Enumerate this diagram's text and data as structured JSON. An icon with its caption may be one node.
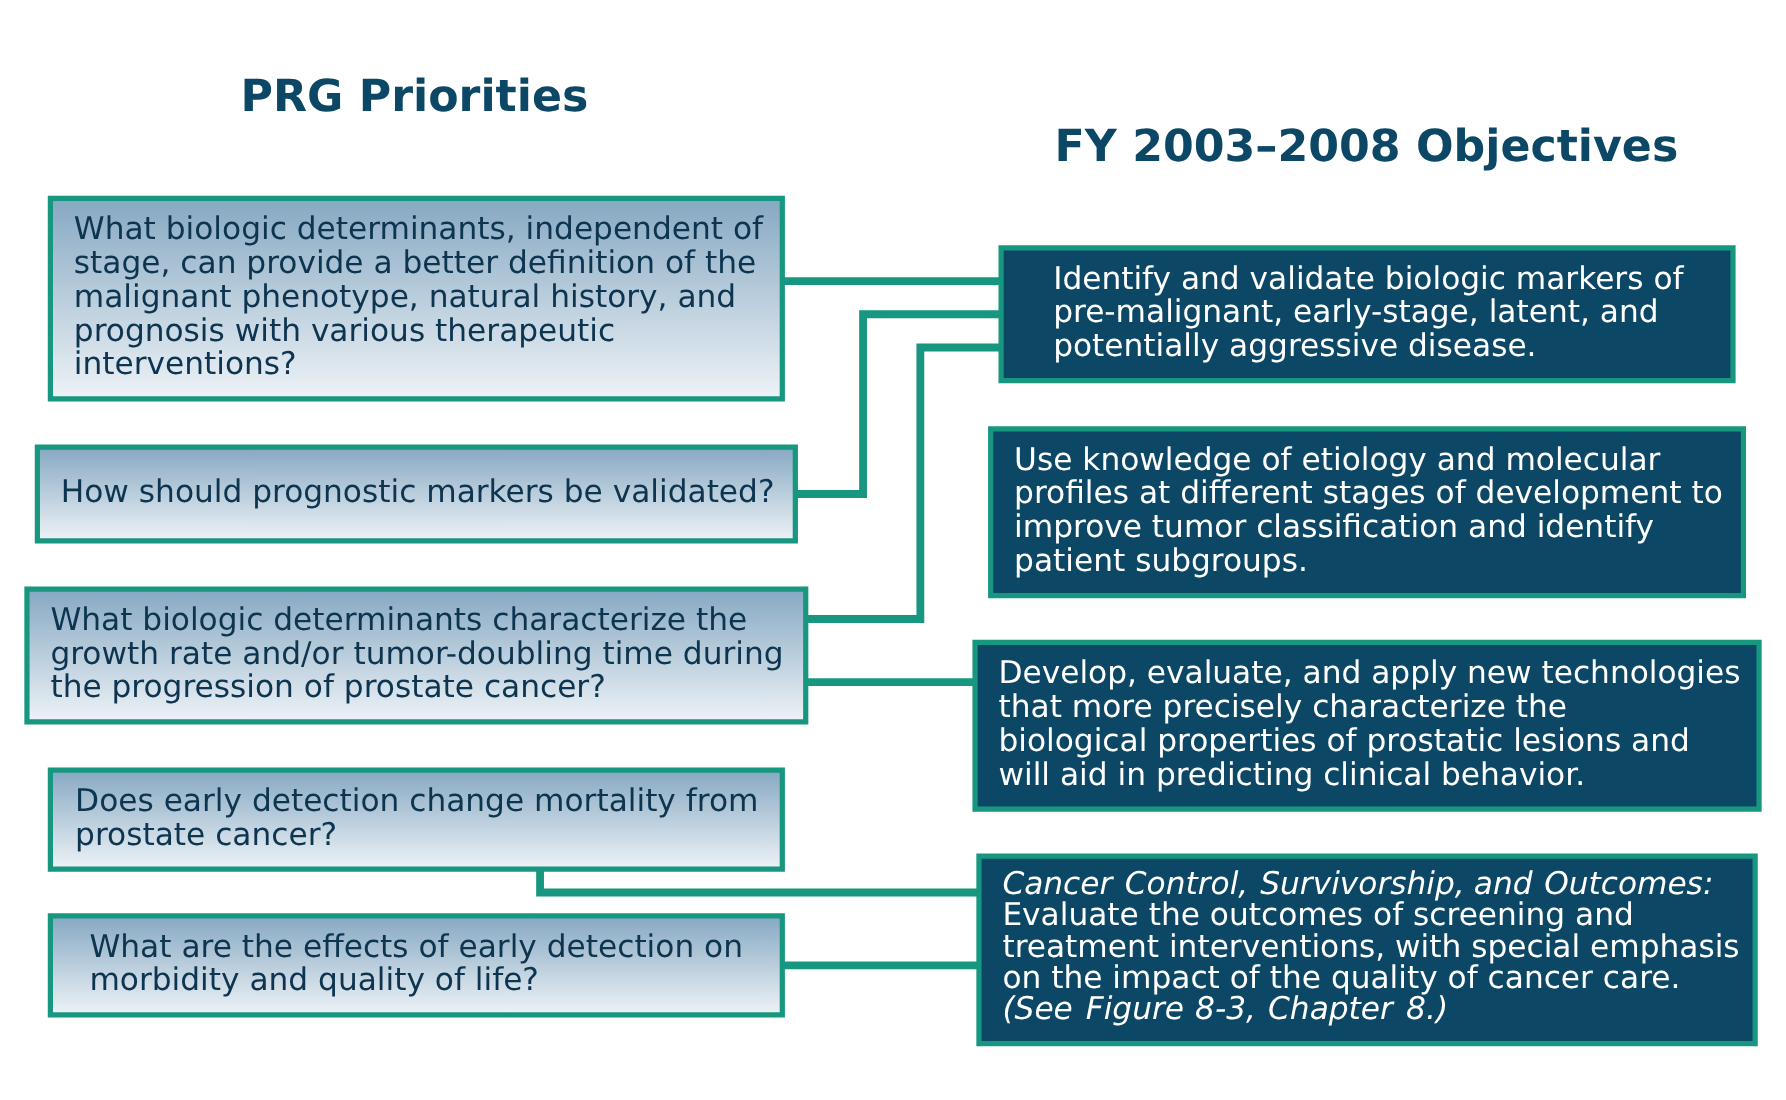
{
  "diagram": {
    "nodes": [
      {
        "text": [
          "What biologic determinants, independent of stage, can provide a better definition of the malignant phenotype, natural history, and prognosis with various therapeutic interventions?"
        ]
      },
      {
        "text": [
          "How should prognostic markers be validated?"
        ]
      },
      {
        "text": [
          "What biologic determinants characterize the growth rate and/or tumor-doubling time during the progression of prostate cancer?"
        ]
      },
      {
        "text": [
          "Does early detection change mortality from prostate cancer?"
        ]
      },
      {
        "text": [
          "What are the effects of early detection on morbidity and quality of life?"
        ]
      },
      {
        "text": [
          "Identify and validate biologic markers of pre-malignant, early-stage, latent, and potentially aggressive disease."
        ]
      },
      {
        "text": [
          "Use knowledge of etiology and molecular profiles at different stages of development to improve tumor classification and identify patient subgroups."
        ]
      },
      {
        "text": [
          "Develop, evaluate, and apply new technologies that more precisely characterize the biological properties of prostatic lesions and will aid in predicting clinical behavior."
        ]
      },
      {
        "text": [
          "*Cancer Control, Survivorship, and Outcomes:* Evaluate the outcomes of screening and treatment interventions, with special emphasis on the impact of the quality of cancer care. *(See Figure 8-3, Chapter 8.)*"
        ]
      }
    ],
    "edges": [
      {
        "from": 0,
        "to": 5,
        "arrow": "none"
      },
      {
        "from": 1,
        "to": 5,
        "arrow": "none"
      },
      {
        "from": 2,
        "to": 5,
        "arrow": "none"
      },
      {
        "from": 2,
        "to": 7,
        "arrow": "none"
      },
      {
        "from": 3,
        "to": 8,
        "arrow": "none"
      },
      {
        "from": 4,
        "to": 8,
        "arrow": "none"
      }
    ],
    "labels": [
      "PRG Priorities",
      "FY 2003–2008 Objectives"
    ]
  }
}
